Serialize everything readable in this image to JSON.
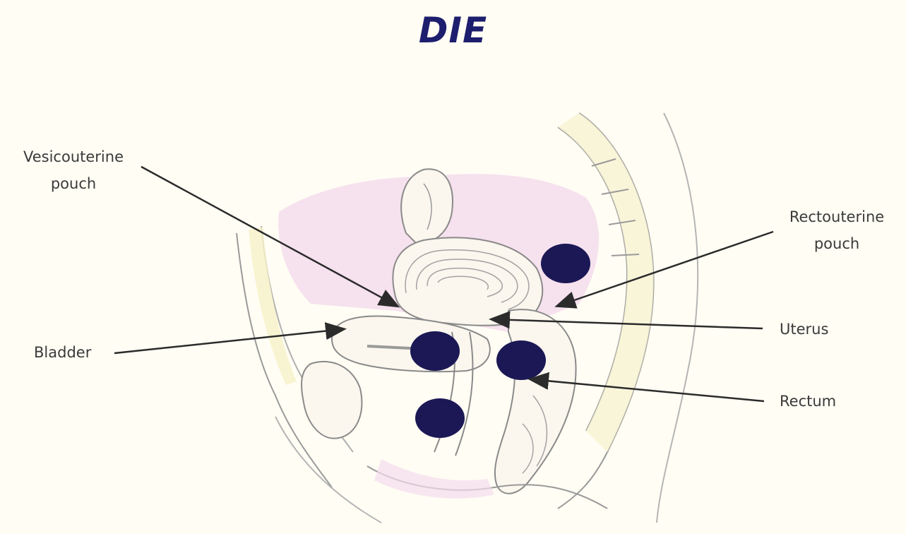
{
  "title": "DIE",
  "labels": {
    "vesicouterine_line1": "Vesicouterine",
    "vesicouterine_line2": "pouch",
    "rectouterine_line1": "Rectouterine",
    "rectouterine_line2": "pouch",
    "bladder": "Bladder",
    "uterus": "Uterus",
    "rectum": "Rectum"
  },
  "colors": {
    "title": "#1e1e6e",
    "lesion": "#1b1855",
    "peritoneum_pink": "#f3d6ea",
    "outline": "#8a8a8a",
    "arrow": "#2b2b2b"
  }
}
